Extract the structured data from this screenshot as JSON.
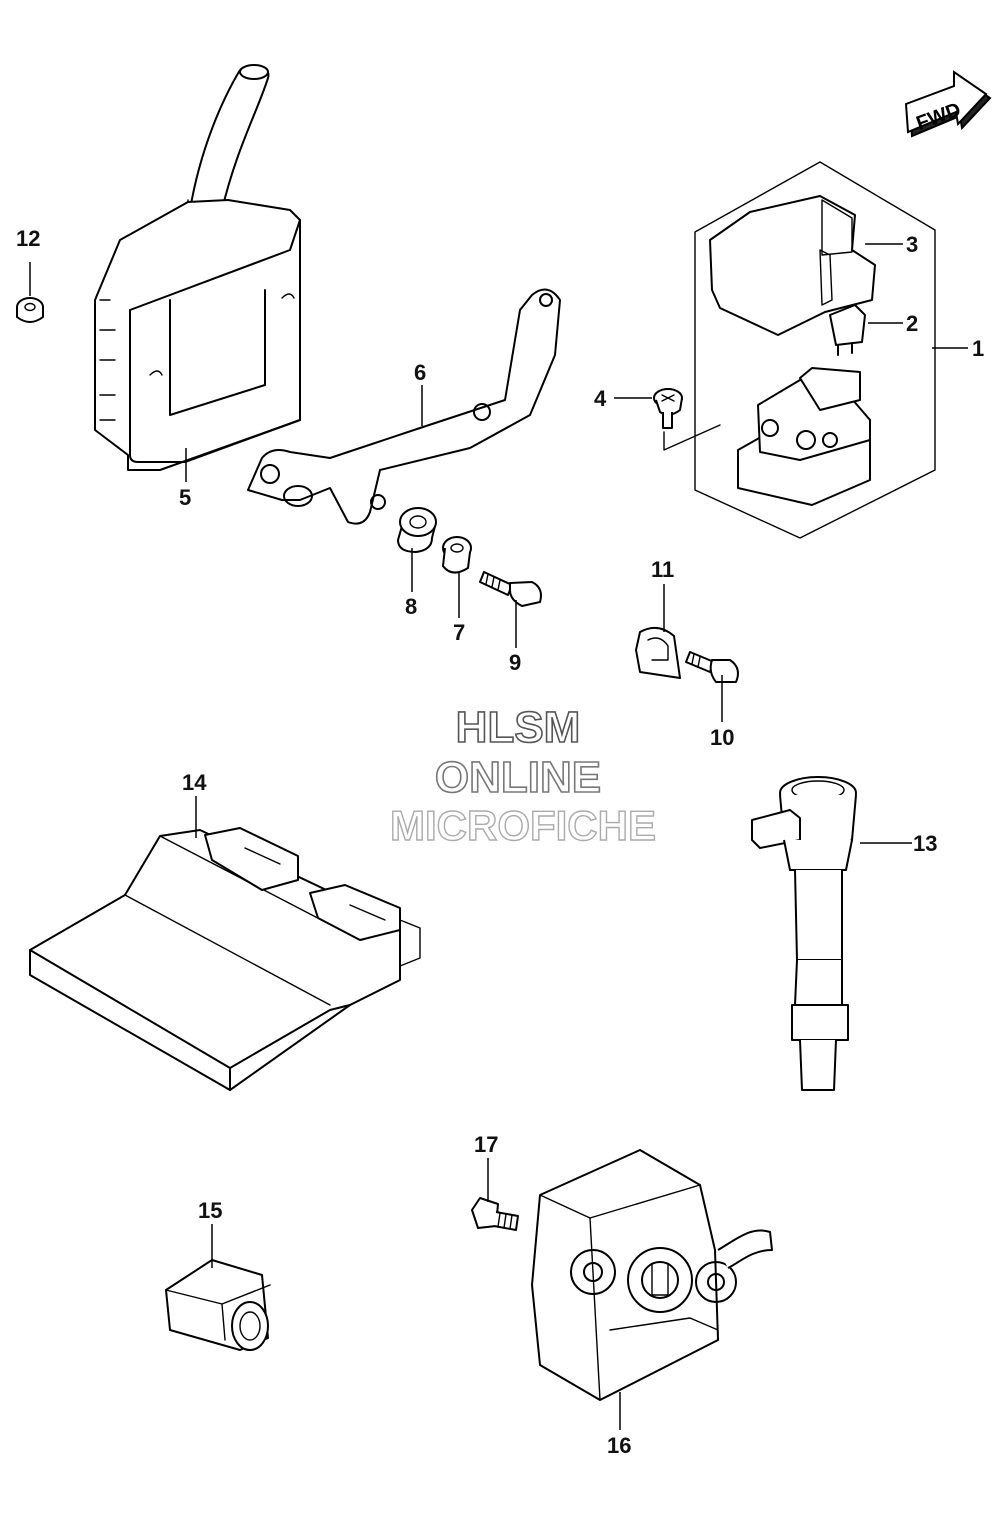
{
  "direction_badge": {
    "label": "FWD"
  },
  "watermark": {
    "line1": "HLSM",
    "line2": "ONLINE",
    "line3": "MICROFICHE"
  },
  "callouts": [
    {
      "id": "1",
      "label": "1"
    },
    {
      "id": "2",
      "label": "2"
    },
    {
      "id": "3",
      "label": "3"
    },
    {
      "id": "4",
      "label": "4"
    },
    {
      "id": "5",
      "label": "5"
    },
    {
      "id": "6",
      "label": "6"
    },
    {
      "id": "7",
      "label": "7"
    },
    {
      "id": "8",
      "label": "8"
    },
    {
      "id": "9",
      "label": "9"
    },
    {
      "id": "10",
      "label": "10"
    },
    {
      "id": "11",
      "label": "11"
    },
    {
      "id": "12",
      "label": "12"
    },
    {
      "id": "13",
      "label": "13"
    },
    {
      "id": "14",
      "label": "14"
    },
    {
      "id": "15",
      "label": "15"
    },
    {
      "id": "16",
      "label": "16"
    },
    {
      "id": "17",
      "label": "17"
    }
  ],
  "colors": {
    "line": "#000000",
    "background": "#ffffff",
    "watermark_outline": "#777777"
  }
}
